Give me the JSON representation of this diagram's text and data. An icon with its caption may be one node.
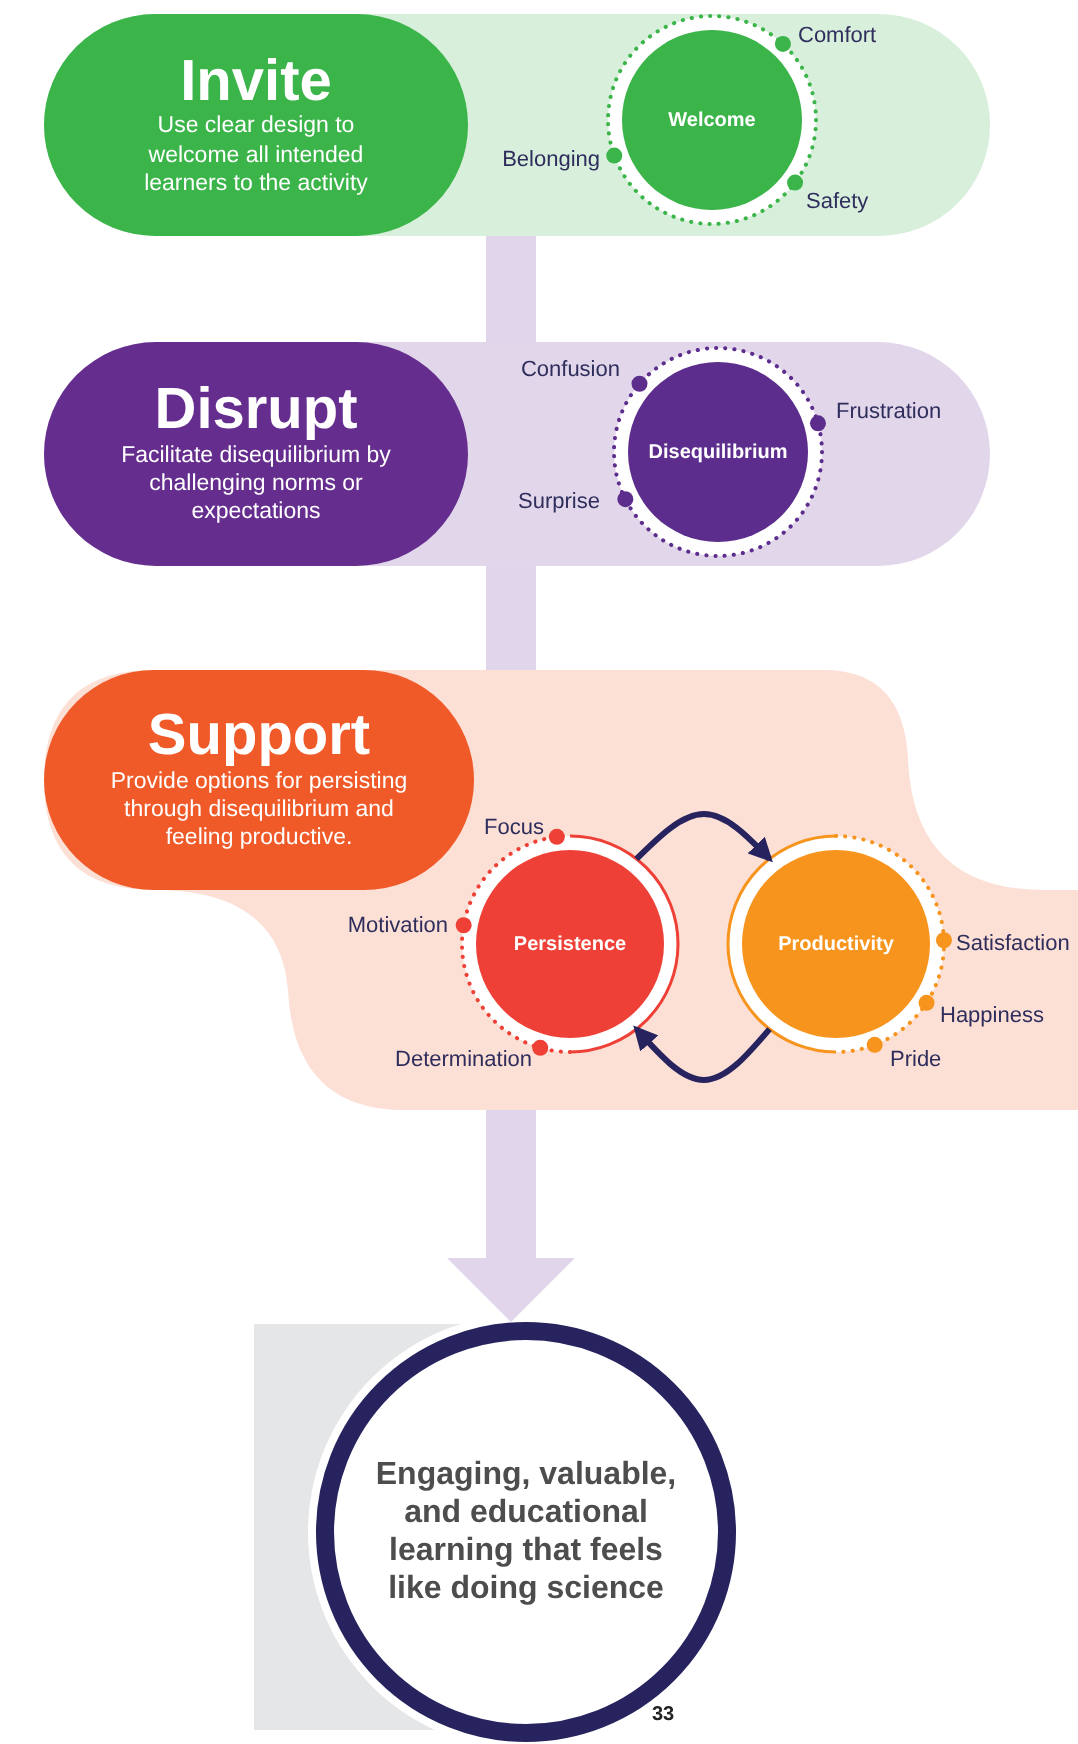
{
  "diagram": {
    "nodes": [
      {
        "text": [],
        "shape": "band"
      },
      {
        "text": [
          "Invite",
          "Use clear design to welcome all intended learners to the activity"
        ],
        "in": 0
      },
      {
        "text": [
          "Welcome"
        ],
        "in": 0,
        "beside": [
          "Comfort",
          "Belonging",
          "Safety"
        ]
      },
      {
        "text": [],
        "shape": "band"
      },
      {
        "text": [
          "Disrupt",
          "Facilitate disequilibrium by challenging norms or expectations"
        ],
        "in": 3
      },
      {
        "text": [
          "Disequilibrium"
        ],
        "in": 3,
        "beside": [
          "Confusion",
          "Frustration",
          "Surprise"
        ]
      },
      {
        "text": [],
        "shape": "band"
      },
      {
        "text": [
          "Support",
          "Provide options for persisting through disequilibrium and feeling productive."
        ],
        "in": 6
      },
      {
        "text": [
          "Persistence"
        ],
        "in": 6,
        "beside": [
          "Focus",
          "Motivation",
          "Determination"
        ]
      },
      {
        "text": [
          "Productivity"
        ],
        "in": 6,
        "beside": [
          "Satisfaction",
          "Happiness",
          "Pride"
        ]
      },
      {
        "text": [
          "Engaging, valuable, and educational learning that feels like doing science"
        ]
      }
    ],
    "edges": [
      {
        "from": 0,
        "to": 3,
        "arrow": "none"
      },
      {
        "from": 3,
        "to": 6,
        "arrow": "none"
      },
      {
        "from": 6,
        "to": 10,
        "arrow": "to"
      },
      {
        "from": 8,
        "to": 9,
        "arrow": "to",
        "color": "#26235e"
      },
      {
        "from": 9,
        "to": 8,
        "arrow": "to",
        "color": "#26235e"
      }
    ],
    "labels": [
      "33"
    ]
  }
}
